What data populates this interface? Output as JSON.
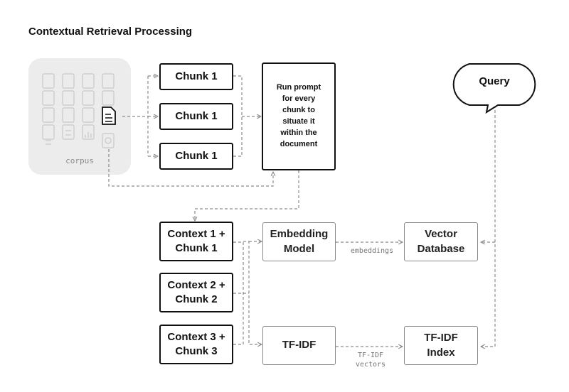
{
  "title": "Contextual Retrieval Processing",
  "corpus": {
    "label": "corpus"
  },
  "chunks": [
    "Chunk 1",
    "Chunk 1",
    "Chunk 1"
  ],
  "prompt_box": "Run prompt for every chunk to situate it within the document",
  "query": "Query",
  "contexts": [
    {
      "line1": "Context 1 +",
      "line2": "Chunk 1"
    },
    {
      "line1": "Context 2 +",
      "line2": "Chunk 2"
    },
    {
      "line1": "Context 3 +",
      "line2": "Chunk 3"
    }
  ],
  "embedding_model": {
    "line1": "Embedding",
    "line2": "Model"
  },
  "tfidf": "TF-IDF",
  "vector_db": {
    "line1": "Vector",
    "line2": "Database"
  },
  "tfidf_index": {
    "line1": "TF-IDF",
    "line2": "Index"
  },
  "edge_labels": {
    "embeddings": "embeddings",
    "tfidf_vectors_1": "TF-IDF",
    "tfidf_vectors_2": "vectors"
  },
  "colors": {
    "stroke": "#111111",
    "dashed": "#8c8c8c",
    "corpus_bg": "#ececec",
    "icon_faded": "#cfcfcf"
  }
}
